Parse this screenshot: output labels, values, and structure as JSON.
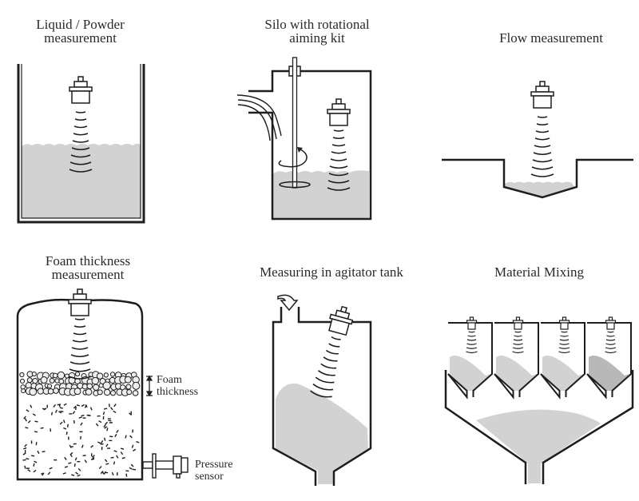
{
  "figure": {
    "panels": [
      {
        "id": "liquid-powder",
        "title_lines": [
          "Liquid / Powder",
          "measurement"
        ]
      },
      {
        "id": "silo-aiming",
        "title_lines": [
          "Silo with rotational",
          "aiming kit"
        ]
      },
      {
        "id": "flow",
        "title_lines": [
          "Flow measurement"
        ]
      },
      {
        "id": "foam",
        "title_lines": [
          "Foam thickness",
          "measurement"
        ],
        "annotations": {
          "foam": [
            "Foam",
            "thickness"
          ],
          "pressure": [
            "Pressure",
            "sensor"
          ]
        }
      },
      {
        "id": "agitator",
        "title_lines": [
          "Measuring in agitator tank"
        ]
      },
      {
        "id": "mixing",
        "title_lines": [
          "Material Mixing"
        ]
      }
    ],
    "colors": {
      "line": "#1e1e1e",
      "fill": "#d2d2d2",
      "fill_dark": "#b8b8b8",
      "background": "#ffffff"
    }
  }
}
